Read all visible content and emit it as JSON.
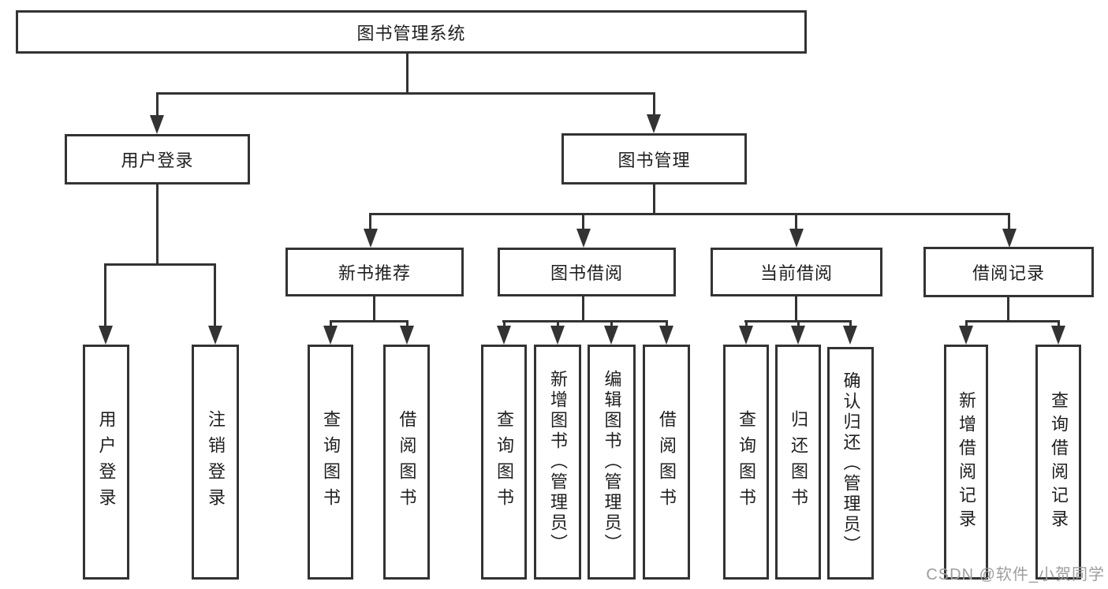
{
  "diagram_title": "图书管理系统",
  "tree": {
    "label": "图书管理系统",
    "children": [
      {
        "label": "用户登录",
        "children": [
          {
            "label": "用户登录"
          },
          {
            "label": "注销登录"
          }
        ]
      },
      {
        "label": "图书管理",
        "children": [
          {
            "label": "新书推荐",
            "children": [
              {
                "label": "查询图书"
              },
              {
                "label": "借阅图书"
              }
            ]
          },
          {
            "label": "图书借阅",
            "children": [
              {
                "label": "查询图书"
              },
              {
                "label": "新增图书（管理员）"
              },
              {
                "label": "编辑图书（管理员）"
              },
              {
                "label": "借阅图书"
              }
            ]
          },
          {
            "label": "当前借阅",
            "children": [
              {
                "label": "查询图书"
              },
              {
                "label": "归还图书"
              },
              {
                "label": "确认归还（管理员）"
              }
            ]
          },
          {
            "label": "借阅记录",
            "children": [
              {
                "label": "新增借阅记录"
              },
              {
                "label": "查询借阅记录"
              }
            ]
          }
        ]
      }
    ]
  },
  "watermark": "CSDN @软件_小贺同学",
  "colors": {
    "line": "#333333",
    "box_border": "#333333",
    "text": "#1f1f1f",
    "watermark": "#9e9e9e",
    "background": "#ffffff"
  }
}
